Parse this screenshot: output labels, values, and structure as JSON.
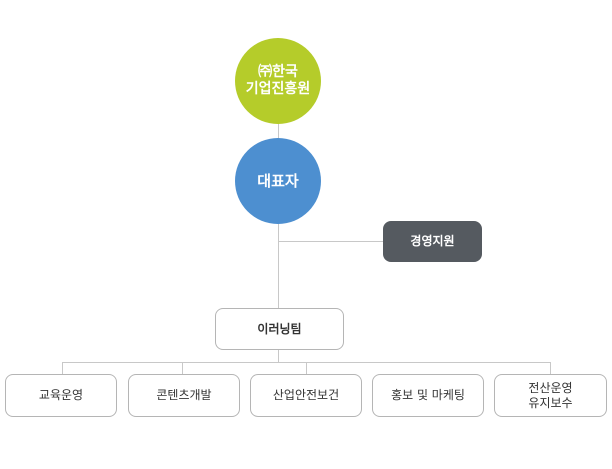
{
  "root": {
    "line1": "㈜한국",
    "line2": "기업진흥원",
    "color": "#b5cc2a"
  },
  "ceo": {
    "label": "대표자",
    "color": "#4d8fd0"
  },
  "support": {
    "label": "경영지원",
    "color": "#555a60"
  },
  "team": {
    "label": "이러닝팀"
  },
  "departments": [
    {
      "label": "교육운영"
    },
    {
      "label": "콘텐츠개발"
    },
    {
      "label": "산업안전보건"
    },
    {
      "label": "홍보 및 마케팅"
    },
    {
      "label": "전산운영",
      "label2": "유지보수"
    }
  ]
}
